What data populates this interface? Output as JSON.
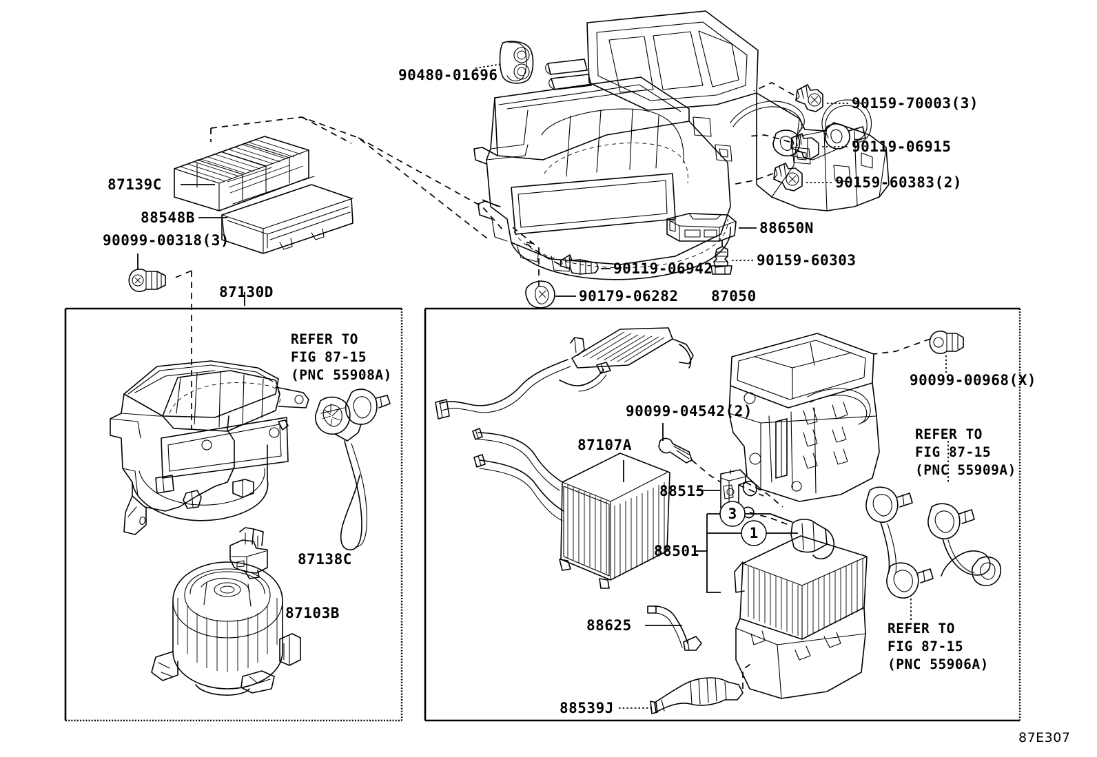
{
  "figure": {
    "code": "87E307",
    "title": "Heater & Air Conditioning Unit parts diagram"
  },
  "callouts": {
    "top_left_group": [
      {
        "id": "filter",
        "part": "87139C"
      },
      {
        "id": "filter-cover",
        "part": "88548B"
      },
      {
        "id": "screw-blower",
        "part": "90099-00318(3)"
      },
      {
        "id": "blower-assy",
        "part": "87130D"
      }
    ],
    "top_center_group": [
      {
        "id": "grommet",
        "part": "90480-01696"
      },
      {
        "id": "bolt-a",
        "part": "90159-70003(3)"
      },
      {
        "id": "bolt-b",
        "part": "90119-06915"
      },
      {
        "id": "bolt-c",
        "part": "90159-60383(2)"
      },
      {
        "id": "amplifier",
        "part": "88650N"
      },
      {
        "id": "screw-amp",
        "part": "90159-60303"
      },
      {
        "id": "bolt-d",
        "part": "90119-06942"
      },
      {
        "id": "nut",
        "part": "90179-06282"
      },
      {
        "id": "heater-assy",
        "part": "87050"
      }
    ],
    "left_panel": [
      {
        "id": "refer-55908a",
        "part": "REFER TO\nFIG 87-15\n(PNC 55908A)"
      },
      {
        "id": "resistor",
        "part": "87138C"
      },
      {
        "id": "blower-motor",
        "part": "87103B"
      }
    ],
    "right_panel": [
      {
        "id": "screw-evap",
        "part": "90099-00968(X)"
      },
      {
        "id": "bolt-heater-core",
        "part": "90099-04542(2)"
      },
      {
        "id": "heater-core",
        "part": "87107A"
      },
      {
        "id": "expansion-valve",
        "part": "88515"
      },
      {
        "id": "evaporator",
        "part": "88501"
      },
      {
        "id": "thermistor",
        "part": "88625"
      },
      {
        "id": "drain-hose",
        "part": "88539J"
      },
      {
        "id": "refer-55909a",
        "part": "REFER TO\nFIG 87-15\n(PNC 55909A)"
      },
      {
        "id": "refer-55906a",
        "part": "REFER TO\nFIG 87-15\n(PNC 55906A)"
      }
    ],
    "balloon_numbers": [
      "3",
      "1"
    ]
  },
  "labels": {
    "p90480_01696": "90480-01696",
    "p87139C": "87139C",
    "p88548B": "88548B",
    "p90099_00318": "90099-00318(3)",
    "p87130D": "87130D",
    "p90159_70003": "90159-70003(3)",
    "p90119_06915": "90119-06915",
    "p90159_60383": "90159-60383(2)",
    "p88650N": "88650N",
    "p90159_60303": "90159-60303",
    "p90119_06942": "90119-06942",
    "p90179_06282": "90179-06282",
    "p87050": "87050",
    "refer_55908a_l1": "REFER TO",
    "refer_55908a_l2": "FIG 87-15",
    "refer_55908a_l3": "(PNC 55908A)",
    "p87138C": "87138C",
    "p87103B": "87103B",
    "p90099_00968": "90099-00968(X)",
    "p90099_04542": "90099-04542(2)",
    "p87107A": "87107A",
    "p88515": "88515",
    "p88501": "88501",
    "p88625": "88625",
    "p88539J": "88539J",
    "refer_55909a_l1": "REFER TO",
    "refer_55909a_l2": "FIG 87-15",
    "refer_55909a_l3": "(PNC 55909A)",
    "refer_55906a_l1": "REFER TO",
    "refer_55906a_l2": "FIG 87-15",
    "refer_55906a_l3": "(PNC 55906A)",
    "balloon_3": "3",
    "balloon_1": "1",
    "figcode": "87E307"
  },
  "colors": {
    "ink": "#000000",
    "paper": "#ffffff"
  }
}
